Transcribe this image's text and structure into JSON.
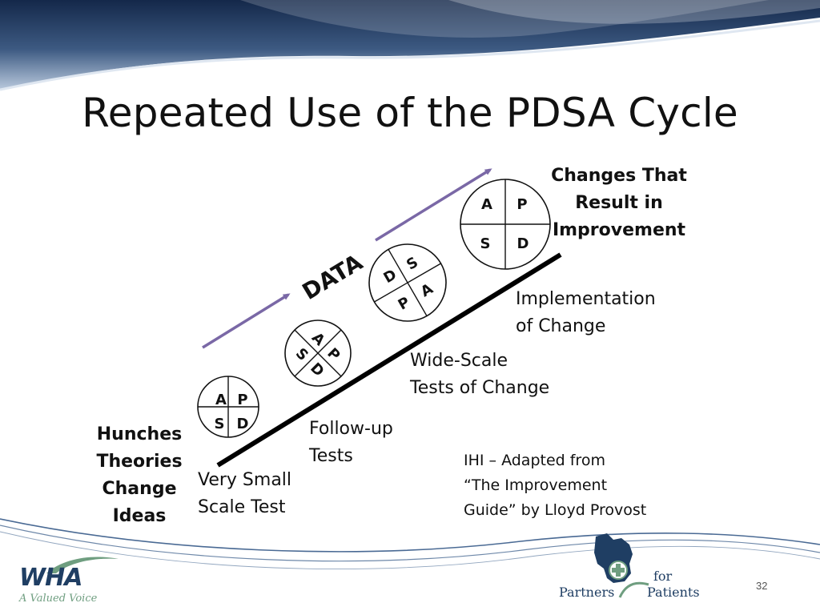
{
  "slide": {
    "title": "Repeated Use of the PDSA Cycle",
    "page_number": "32"
  },
  "diagram": {
    "data_label": "DATA",
    "start_label": [
      "Hunches",
      "Theories",
      "Change",
      "Ideas"
    ],
    "end_label": [
      "Changes That",
      "Result in",
      "Improvement"
    ],
    "stages": [
      {
        "name": "small-test",
        "label": [
          "Very Small",
          "Scale Test"
        ],
        "quadrants": [
          "A",
          "P",
          "S",
          "D"
        ]
      },
      {
        "name": "follow-up",
        "label": [
          "Follow-up",
          "Tests"
        ],
        "quadrants": [
          "A",
          "P",
          "S",
          "D"
        ]
      },
      {
        "name": "wide-scale",
        "label": [
          "Wide-Scale",
          "Tests of Change"
        ],
        "quadrants": [
          "D",
          "S",
          "P",
          "A"
        ]
      },
      {
        "name": "implementation",
        "label": [
          "Implementation",
          "of Change"
        ],
        "quadrants": [
          "A",
          "P",
          "S",
          "D"
        ]
      }
    ]
  },
  "citation": [
    "IHI – Adapted from",
    "“The Improvement",
    "Guide” by Lloyd Provost"
  ],
  "logos": {
    "wha": {
      "text": "WHA",
      "tagline": "A Valued Voice"
    },
    "partners": {
      "left": "Partners",
      "for": "for",
      "right": "Patients"
    }
  },
  "colors": {
    "arrow": "#7a68a6",
    "banner_dark": "#1f3a5f",
    "wave_line": "#4a6a94",
    "logo_green": "#6f9e80",
    "logo_navy": "#1f3e63"
  }
}
